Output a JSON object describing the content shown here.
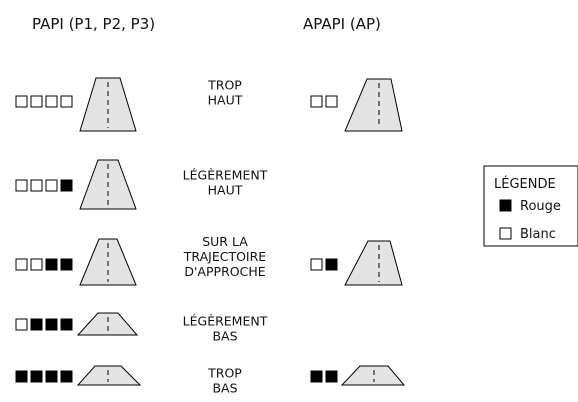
{
  "headers": {
    "papi": "PAPI (P1, P2, P3)",
    "apapi": "APAPI (AP)"
  },
  "colors": {
    "red_symbol": "#000000",
    "white_symbol": "#ffffff",
    "runway_fill": "#e3e3e3",
    "stroke": "#000000"
  },
  "rows": [
    {
      "label_lines": [
        "TROP",
        "HAUT"
      ],
      "papi": [
        "white",
        "white",
        "white",
        "white"
      ],
      "apapi": [
        "white",
        "white"
      ],
      "runway": "high"
    },
    {
      "label_lines": [
        "LÉGÈREMENT",
        "HAUT"
      ],
      "papi": [
        "white",
        "white",
        "white",
        "red"
      ],
      "apapi": null,
      "runway": "slightly-high"
    },
    {
      "label_lines": [
        "SUR LA",
        "TRAJECTOIRE",
        "D'APPROCHE"
      ],
      "papi": [
        "white",
        "white",
        "red",
        "red"
      ],
      "apapi": [
        "white",
        "red"
      ],
      "runway": "on-path"
    },
    {
      "label_lines": [
        "LÉGÈREMENT",
        "BAS"
      ],
      "papi": [
        "white",
        "red",
        "red",
        "red"
      ],
      "apapi": null,
      "runway": "slightly-low"
    },
    {
      "label_lines": [
        "TROP",
        "BAS"
      ],
      "papi": [
        "red",
        "red",
        "red",
        "red"
      ],
      "apapi": [
        "red",
        "red"
      ],
      "runway": "low"
    }
  ],
  "legend": {
    "title": "LÉGENDE",
    "red_label": "Rouge",
    "white_label": "Blanc"
  }
}
